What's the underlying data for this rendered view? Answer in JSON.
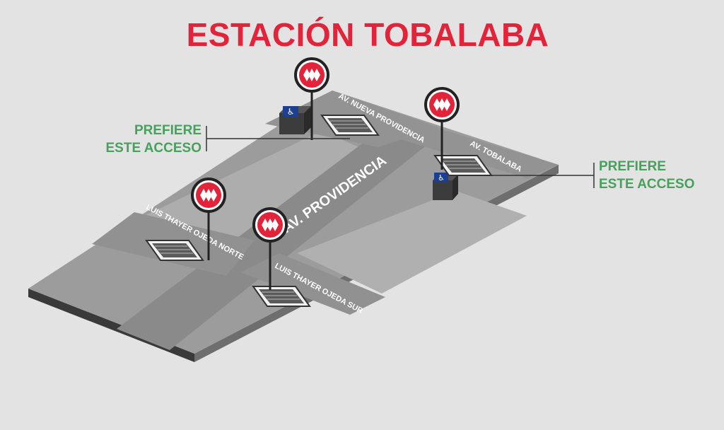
{
  "title": "ESTACIÓN TOBALABA",
  "streets": {
    "main": "AV. PROVIDENCIA",
    "nueva_providencia": "AV. NUEVA PROVIDENCIA",
    "tobalaba": "AV. TOBALABA",
    "thayer_norte": "LUIS THAYER OJEDA NORTE",
    "thayer_sur": "LUIS THAYER OJEDA SUR"
  },
  "notes": {
    "left": {
      "line1": "PREFIERE",
      "line2": "ESTE ACCESO"
    },
    "right": {
      "line1": "PREFIERE",
      "line2": "ESTE ACCESO"
    }
  },
  "colors": {
    "title": "#e2233a",
    "note": "#47a05c",
    "metro_logo": "#e2233a",
    "accessibility": "#1e3f8f",
    "platform": "#9a9a9a",
    "road": "#8c8c8c",
    "sidewalk": "#b1b1b1"
  },
  "icons": {
    "metro": "metro-logo-icon",
    "accessibility": "wheelchair-icon",
    "entrance": "stairs-entrance-icon"
  }
}
